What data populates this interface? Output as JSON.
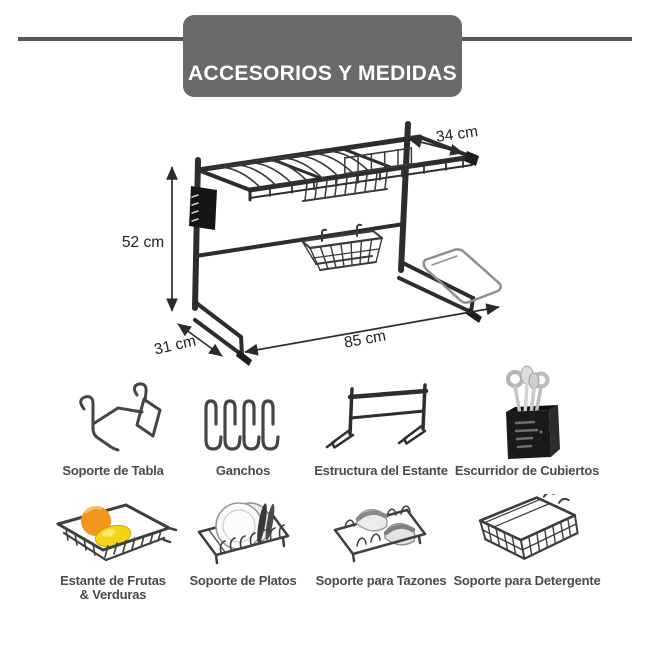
{
  "header": {
    "title": "ACCESORIOS Y MEDIDAS"
  },
  "diagram": {
    "measurements": {
      "top_depth": "34 cm",
      "height": "52 cm",
      "base_depth": "31 cm",
      "width": "85 cm"
    }
  },
  "accessories": {
    "row1": [
      {
        "label": "Soporte de Tabla",
        "icon": "board-holder-icon"
      },
      {
        "label": "Ganchos",
        "icon": "hooks-icon"
      },
      {
        "label": "Estructura del Estante",
        "icon": "shelf-frame-icon"
      },
      {
        "label": "Escurridor de Cubiertos",
        "icon": "cutlery-drainer-icon"
      }
    ],
    "row2": [
      {
        "label_line1": "Estante de Frutas",
        "label_line2": "& Verduras",
        "icon": "fruit-basket-icon"
      },
      {
        "label": "Soporte de Platos",
        "icon": "plate-holder-icon"
      },
      {
        "label": "Soporte para Tazones",
        "icon": "bowl-holder-icon"
      },
      {
        "label": "Soporte para Detergente",
        "icon": "detergent-basket-icon"
      }
    ]
  },
  "colors": {
    "banner": "#6a6a6a",
    "banner_text": "#ffffff",
    "rule_line": "#58585a",
    "caption_text": "#4b4b4b",
    "dimension_text": "#222222",
    "rack_metal": "#2d2d2d",
    "orange_fruit": "#f2951d",
    "yellow_fruit": "#f4d414"
  }
}
